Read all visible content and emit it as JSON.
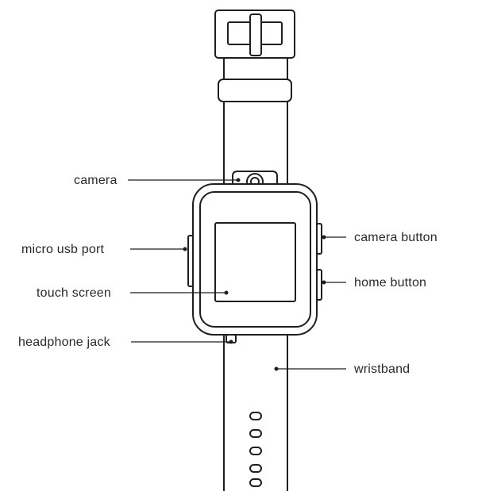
{
  "labels": {
    "camera": "camera",
    "micro_usb_port": "micro usb port",
    "touch_screen": "touch screen",
    "headphone_jack": "headphone jack",
    "camera_button": "camera button",
    "home_button": "home button",
    "wristband": "wristband"
  },
  "colors": {
    "line": "#1f1f1f",
    "text": "#2a2a2a",
    "background": "#ffffff"
  }
}
